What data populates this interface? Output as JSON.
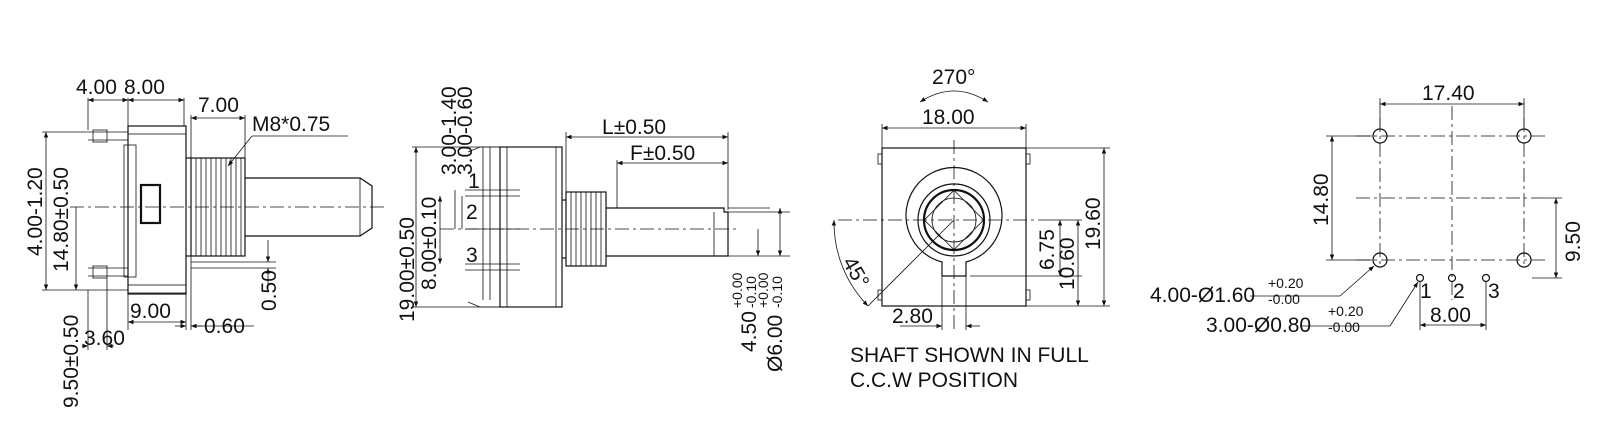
{
  "side_view": {
    "dim_4_00": "4.00",
    "dim_8_00": "8.00",
    "dim_7_00": "7.00",
    "thread": "M8*0.75",
    "dim_4_00_1_20": "4.00-1.20",
    "dim_14_80": "14.80",
    "tol_0_50": "±0.50",
    "dim_9_00": "9.00",
    "dim_0_60": "0.60",
    "dim_0_50": "0.50",
    "dim_3_60": "3.60",
    "dim_9_50": "9.50",
    "dim_9_50_tol": "±0.50"
  },
  "front_view": {
    "dim_L": "L",
    "dim_L_tol": "±0.50",
    "dim_F": "F",
    "dim_F_tol": "±0.50",
    "dim_3_00_140": "3.00-1.40",
    "dim_3_00_060": "3.00-0.60",
    "dim_19_00": "19.00",
    "dim_19_00_tol": "±0.50",
    "dim_8_00": "8.00",
    "dim_8_00_tol": "±0.10",
    "pin_1": "1",
    "pin_2": "2",
    "pin_3": "3",
    "dim_4_50": "4.50",
    "dim_4_50_tol_up": "+0.00",
    "dim_4_50_tol_dn": "-0.10",
    "dim_6_00": "Ø6.00",
    "dim_6_00_tol_up": "+0.00",
    "dim_6_00_tol_dn": "-0.10"
  },
  "end_view": {
    "angle_270": "270°",
    "dim_18_00": "18.00",
    "dim_19_60": "19.60",
    "dim_6_75": "6.75",
    "dim_10_60": "10.60",
    "angle_45": "45°",
    "dim_2_80": "2.80",
    "note_line1": "SHAFT SHOWN IN FULL",
    "note_line2": "C.C.W POSITION"
  },
  "pcb_layout": {
    "dim_17_40": "17.40",
    "dim_14_80": "14.80",
    "dim_9_50": "9.50",
    "holes_large": "4.00-Ø1.60",
    "holes_large_tol_up": "+0.20",
    "holes_large_tol_dn": "-0.00",
    "holes_small": "3.00-Ø0.80",
    "holes_small_tol_up": "+0.20",
    "holes_small_tol_dn": "-0.00",
    "pin_1": "1",
    "pin_2": "2",
    "pin_3": "3",
    "dim_8_00": "8.00"
  }
}
